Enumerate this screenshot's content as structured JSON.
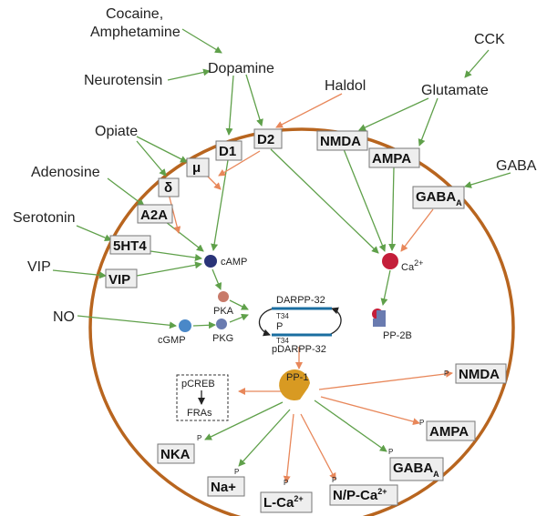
{
  "colors": {
    "activation_arrow": "#5fa04a",
    "inhibition_arrow": "#e8875a",
    "membrane_ring": "#b8651f",
    "box_fill": "#eeeeee",
    "camp_node": "#2a3478",
    "ca_node": "#c41e3a",
    "pp1_node": "#d89a22",
    "pka_node": "#c87a6a",
    "pkg_node": "#6a7bb0",
    "cgmp_node": "#4a88c8",
    "darpp_line": "#1a6ea0"
  },
  "inputs": {
    "cocaine": "Cocaine,",
    "amphetamine": "Amphetamine",
    "neurotensin": "Neurotensin",
    "dopamine": "Dopamine",
    "haldol": "Haldol",
    "cck": "CCK",
    "glutamate": "Glutamate",
    "gaba": "GABA",
    "opiate": "Opiate",
    "adenosine": "Adenosine",
    "serotonin": "Serotonin",
    "vip": "VIP",
    "no": "NO"
  },
  "receptors": {
    "mu": "μ",
    "delta": "δ",
    "d1": "D1",
    "d2": "D2",
    "nmda": "NMDA",
    "ampa": "AMPA",
    "gaba_a_base": "GABA",
    "gaba_a_sub": "A",
    "a2a": "A2A",
    "ht4": "5HT4",
    "vip": "VIP"
  },
  "intracellular": {
    "camp": "cAMP",
    "cgmp": "cGMP",
    "pka": "PKA",
    "pkg": "PKG",
    "ca_base": "Ca",
    "ca_sup": "2+",
    "pp2b": "PP-2B",
    "darpp32": "DARPP-32",
    "pdarpp32": "pDARPP-32",
    "t34_top": "T34",
    "t34_bottom": "T34",
    "p_mark": "P",
    "pp1": "PP-1",
    "pcreb": "pCREB",
    "fras": "FRAs"
  },
  "targets": {
    "nmda": "NMDA",
    "ampa": "AMPA",
    "gaba_a_base": "GABA",
    "gaba_a_sub": "A",
    "nka": "NKA",
    "na": "Na+",
    "lca_base": "L-Ca",
    "lca_sup": "2+",
    "npca_base": "N/P-Ca",
    "npca_sup": "2+",
    "p_mark": "P"
  }
}
